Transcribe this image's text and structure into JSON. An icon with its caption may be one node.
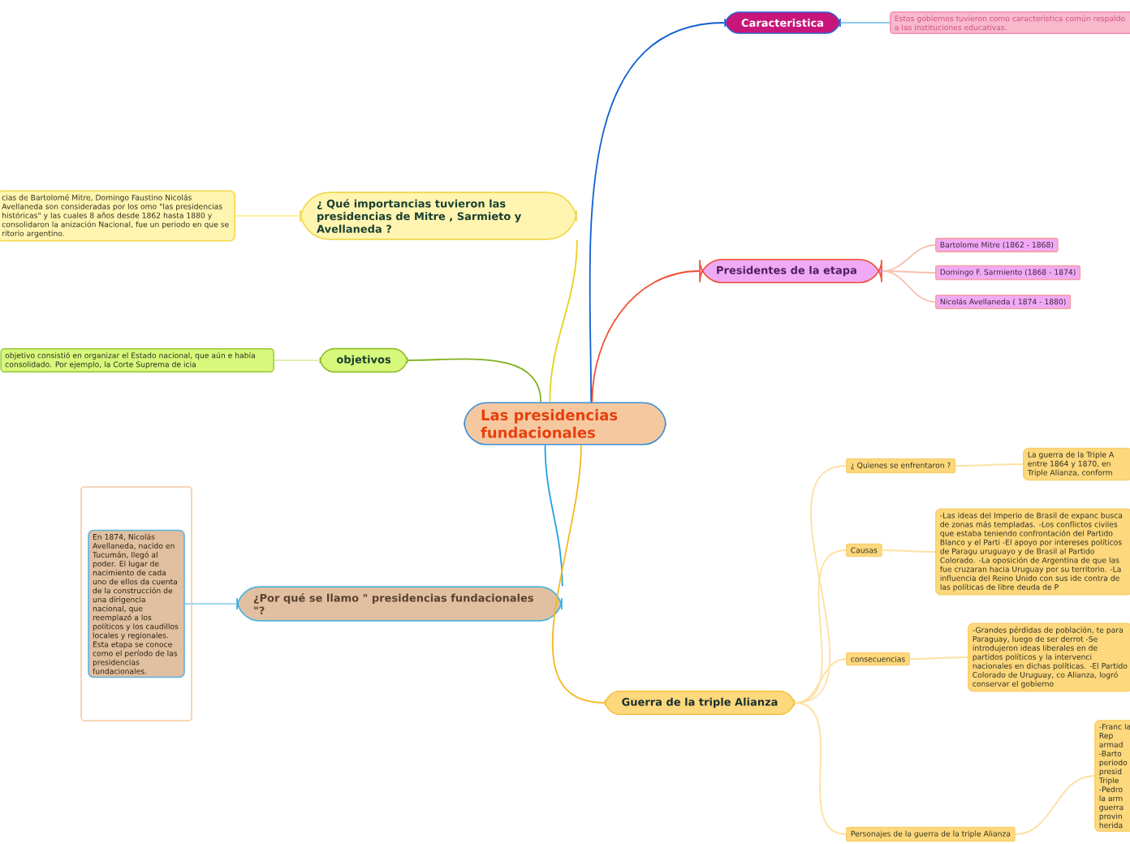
{
  "diagram": {
    "nodes": [
      {
        "text": [
          "Las presidencias fundacionales"
        ]
      },
      {
        "text": [
          "Caracteristica"
        ]
      },
      {
        "text": [
          "Estos gobiernos tuvieron como característica común respaldo a las instituciones  educativas."
        ]
      },
      {
        "text": [
          "¿ Qué importancias tuvieron las presidencias de Mitre , Sarmieto y Avellaneda ?"
        ]
      },
      {
        "text": [
          "cias de Bartolomé Mitre, Domingo Faustino Nicolás Avellaneda son consideradas por los omo \"las presidencias históricas\" y las cuales 8 años desde 1862 hasta 1880 y consolidaron la anización Nacional, fue un periodo en que se ritorio argentino."
        ]
      },
      {
        "text": [
          "Presidentes de la etapa"
        ]
      },
      {
        "text": [
          "Bartolome Mitre (1862 - 1868)"
        ]
      },
      {
        "text": [
          "Domingo F.  Sarmiento (1868 - 1874)"
        ]
      },
      {
        "text": [
          "Nicolás Avellaneda ( 1874 - 1880)"
        ]
      },
      {
        "text": [
          "objetivos"
        ]
      },
      {
        "text": [
          "objetivo consistió en organizar el Estado nacional, que aún e había consolidado. Por ejemplo, la Corte Suprema de icia"
        ]
      },
      {
        "text": [
          "¿Por qué se llamo \" presidencias fundacionales \"?"
        ]
      },
      {
        "text": [
          "En 1874, Nicolás Avellaneda, nacido en Tucumán, llegó al poder. El lugar de nacimiento de cada uno de ellos da cuenta de la construcción de una dirigencia nacional, que reemplazó a los políticos y los caudillos locales y regionales. Esta etapa se conoce como el período de las presidencias fundacionales."
        ]
      },
      {
        "text": [
          "Guerra de la triple Alianza"
        ]
      },
      {
        "text": [
          "¿ Quienes se enfrentaron ?"
        ]
      },
      {
        "text": [
          "La guerra de la Triple A entre 1864 y 1870, en Triple Alianza, conform"
        ]
      },
      {
        "text": [
          "Causas"
        ]
      },
      {
        "text": [
          "-Las ideas del Imperio de Brasil de expanc busca de zonas más templadas. -Los conflictos civiles que estaba teniendo confrontación del Partido Blanco y el Parti -El apoyo por intereses políticos de Paragu uruguayo y de Brasil al Partido Colorado. -La oposición de Argentina de que las fue cruzaran hacia Uruguay por su territorio. -La influencia del Reino Unido con sus ide contra de las políticas de libre deuda de P"
        ]
      },
      {
        "text": [
          "consecuencias"
        ]
      },
      {
        "text": [
          "-Grandes pérdidas de población, te para Paraguay, luego de ser derrot -Se introdujeron ideas liberales en de partidos políticos y la intervenci nacionales en dichas políticas. -El Partido Colorado de Uruguay, co Alianza, logró conservar el gobierno"
        ]
      },
      {
        "text": [
          "Personajes de la guerra de la triple Alianza"
        ]
      },
      {
        "text": [
          "-Franc la Rep armad -Barto periodo presid Triple -Pedro la arm guerra provin herida"
        ]
      }
    ],
    "edges": [
      {
        "from": 0,
        "to": 1,
        "arrow": "none",
        "color": "#1060d0"
      },
      {
        "from": 1,
        "to": 2,
        "arrow": "none",
        "color": "#90c8f0"
      },
      {
        "from": 0,
        "to": 3,
        "arrow": "none",
        "color": "#e8d020"
      },
      {
        "from": 3,
        "to": 4,
        "arrow": "none",
        "color": "#fff0a0"
      },
      {
        "from": 0,
        "to": 5,
        "arrow": "none",
        "color": "#f05030"
      },
      {
        "from": 5,
        "to": 6,
        "arrow": "none",
        "color": "#f8c0b0"
      },
      {
        "from": 5,
        "to": 7,
        "arrow": "none",
        "color": "#f8c0b0"
      },
      {
        "from": 5,
        "to": 8,
        "arrow": "none",
        "color": "#f8c0b0"
      },
      {
        "from": 0,
        "to": 9,
        "arrow": "none",
        "color": "#80b020"
      },
      {
        "from": 9,
        "to": 10,
        "arrow": "none",
        "color": "#e0f0b0"
      },
      {
        "from": 0,
        "to": 11,
        "arrow": "none",
        "color": "#20a0e0"
      },
      {
        "from": 11,
        "to": 12,
        "arrow": "none",
        "color": "#a0d8f0"
      },
      {
        "from": 0,
        "to": 13,
        "arrow": "none",
        "color": "#f5b820"
      },
      {
        "from": 13,
        "to": 14,
        "arrow": "none",
        "color": "#fde0a0"
      },
      {
        "from": 14,
        "to": 15,
        "arrow": "none",
        "color": "#fde0a0"
      },
      {
        "from": 13,
        "to": 16,
        "arrow": "none",
        "color": "#fde0a0"
      },
      {
        "from": 16,
        "to": 17,
        "arrow": "none",
        "color": "#fde0a0"
      },
      {
        "from": 13,
        "to": 18,
        "arrow": "none",
        "color": "#fde0a0"
      },
      {
        "from": 18,
        "to": 19,
        "arrow": "none",
        "color": "#fde0a0"
      },
      {
        "from": 13,
        "to": 20,
        "arrow": "none",
        "color": "#fde0a0"
      },
      {
        "from": 20,
        "to": 21,
        "arrow": "none",
        "color": "#fde0a0"
      }
    ]
  }
}
